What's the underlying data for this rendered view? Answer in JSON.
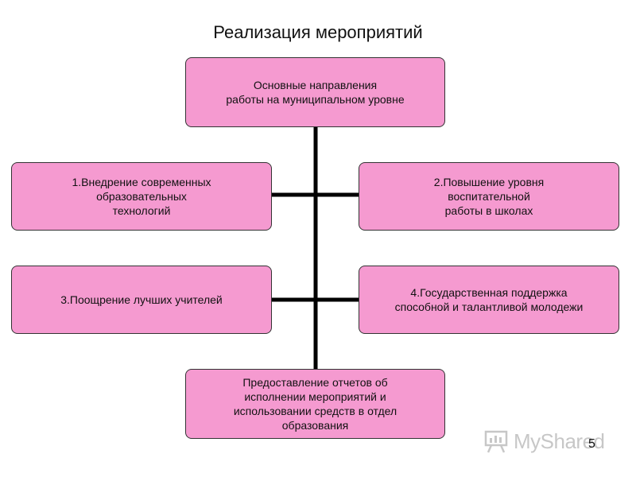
{
  "title": "Реализация мероприятий",
  "boxes": {
    "top": "Основные направления\nработы на муниципальном уровне",
    "left1": "1.Внедрение современных\nобразовательных\nтехнологий",
    "right1": "2.Повышение уровня\nвоспитательной\nработы в школах",
    "left2": "3.Поощрение лучших учителей",
    "right2": "4.Государственная поддержка\nспособной и талантливой молодежи",
    "bottom": "Предоставление отчетов об\nисполнении мероприятий и\nиспользовании средств в отдел\nобразования"
  },
  "page_number": "5",
  "watermark": "MyShared",
  "colors": {
    "box_fill": "#f59ad0",
    "box_border": "#333333",
    "connector": "#000000"
  },
  "icons": {
    "watermark_logo": "presentation-board-icon"
  }
}
